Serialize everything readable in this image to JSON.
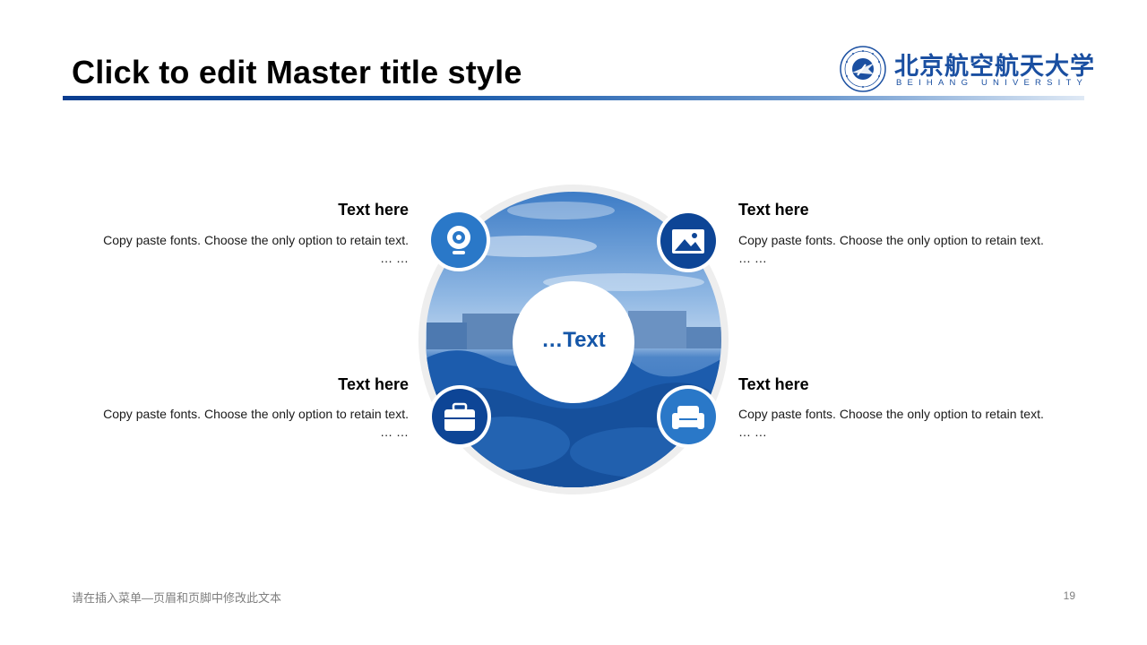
{
  "slide": {
    "title": "Click to edit Master title style",
    "center_label": "…Text",
    "footer": "请在插入菜单—页眉和页脚中修改此文本",
    "page_number": "19"
  },
  "logo": {
    "cn": "北京航空航天大学",
    "en": "BEIHANG UNIVERSITY"
  },
  "items": [
    {
      "heading": "Text here",
      "body": "Copy paste fonts. Choose the only option to retain text.",
      "ellipsis": "… …",
      "icon": "webcam-icon"
    },
    {
      "heading": "Text here",
      "body": "Copy paste fonts. Choose the only option to retain text.",
      "ellipsis": "… …",
      "icon": "image-icon"
    },
    {
      "heading": "Text here",
      "body": "Copy paste fonts. Choose the only option to retain text.",
      "ellipsis": "… …",
      "icon": "briefcase-icon"
    },
    {
      "heading": "Text here",
      "body": "Copy paste fonts. Choose the only option to retain text.",
      "ellipsis": "… …",
      "icon": "sofa-icon"
    }
  ],
  "colors": {
    "primary": "#1456a8",
    "dark": "#0a3d8f",
    "light": "#2f7fd0"
  }
}
